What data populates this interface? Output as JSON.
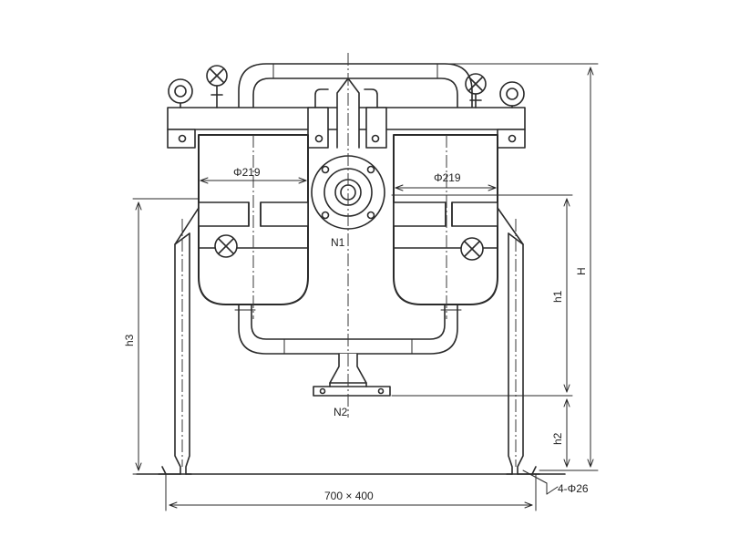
{
  "diagram": {
    "labels": {
      "phi_left": "Φ219",
      "phi_right": "Φ219",
      "inlet": "N1",
      "outlet": "N2",
      "base_size": "700 × 400",
      "bolt_holes": "4-Φ26",
      "height_total": "H",
      "height_h1": "h1",
      "height_h2": "h2",
      "height_h3": "h3"
    }
  }
}
